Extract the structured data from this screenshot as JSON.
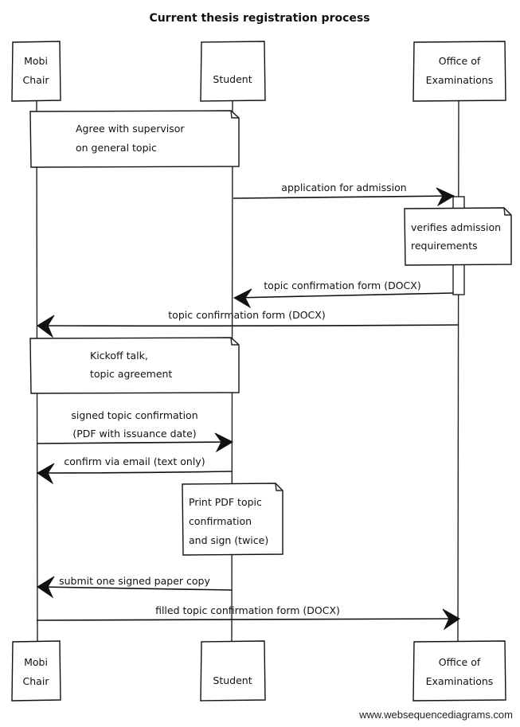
{
  "title": "Current thesis registration process",
  "participants": [
    {
      "id": "mobi",
      "label_lines": [
        "Mobi",
        "Chair"
      ]
    },
    {
      "id": "student",
      "label_lines": [
        "Student"
      ]
    },
    {
      "id": "office",
      "label_lines": [
        "Office of",
        "Examinations"
      ]
    }
  ],
  "notes": [
    {
      "id": "agree",
      "lines": [
        "Agree with supervisor",
        "on general topic"
      ]
    },
    {
      "id": "verifies",
      "lines": [
        "verifies admission",
        "requirements"
      ]
    },
    {
      "id": "kickoff",
      "lines": [
        "Kickoff talk,",
        "topic agreement"
      ]
    },
    {
      "id": "print",
      "lines": [
        "Print PDF topic",
        "confirmation",
        "and sign (twice)"
      ]
    }
  ],
  "messages": [
    {
      "id": "app",
      "lines": [
        "application for admission"
      ]
    },
    {
      "id": "tcf1",
      "lines": [
        "topic confirmation form  (DOCX)"
      ]
    },
    {
      "id": "tcf2",
      "lines": [
        "topic confirmation form (DOCX)"
      ]
    },
    {
      "id": "signed",
      "lines": [
        "signed topic confirmation",
        "(PDF with issuance date)"
      ]
    },
    {
      "id": "email",
      "lines": [
        "confirm via email (text only)"
      ]
    },
    {
      "id": "paper",
      "lines": [
        "submit one signed paper copy"
      ]
    },
    {
      "id": "filled",
      "lines": [
        "filled topic confirmation form (DOCX)"
      ]
    }
  ],
  "footer": "www.websequencediagrams.com"
}
